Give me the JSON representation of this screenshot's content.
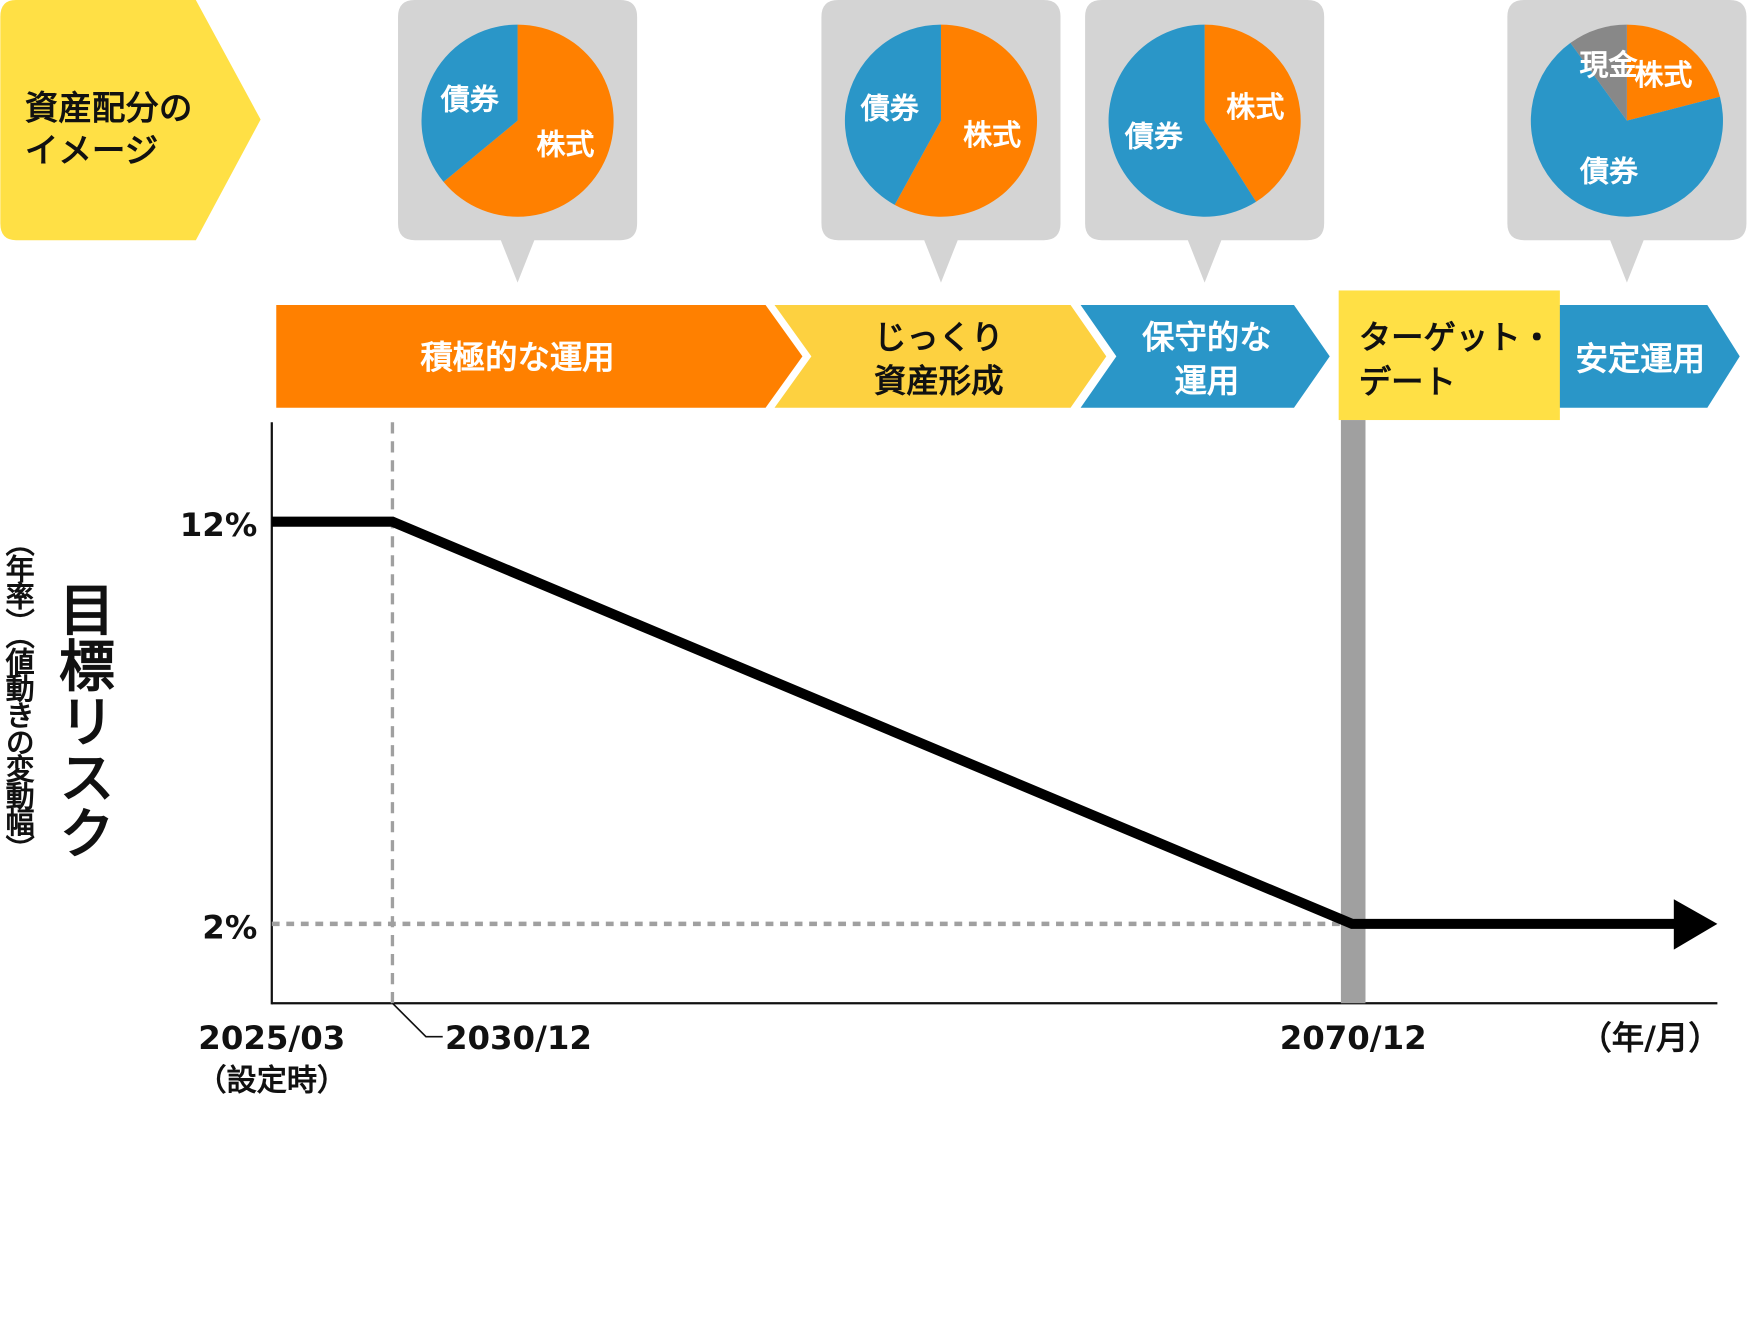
{
  "header": {
    "label_line1": "資産配分の",
    "label_line2": "イメージ"
  },
  "colors": {
    "stocks": "#ff8000",
    "bonds": "#2a96c8",
    "cash": "#888888",
    "bubble": "#d4d4d4",
    "yellow": "#ffe045",
    "yellow2": "#fdd140",
    "line": "#000000",
    "grid": "#a0a0a0"
  },
  "pies": [
    {
      "slices": [
        {
          "name": "株式",
          "share": 64,
          "color": "#ff8000"
        },
        {
          "name": "債券",
          "share": 36,
          "color": "#2a96c8"
        }
      ]
    },
    {
      "slices": [
        {
          "name": "株式",
          "share": 58,
          "color": "#ff8000"
        },
        {
          "name": "債券",
          "share": 42,
          "color": "#2a96c8"
        }
      ]
    },
    {
      "slices": [
        {
          "name": "株式",
          "share": 41,
          "color": "#ff8000"
        },
        {
          "name": "債券",
          "share": 59,
          "color": "#2a96c8"
        }
      ]
    },
    {
      "slices": [
        {
          "name": "株式",
          "share": 21,
          "color": "#ff8000"
        },
        {
          "name": "債券",
          "share": 69,
          "color": "#2a96c8"
        },
        {
          "name": "現金",
          "share": 10,
          "color": "#888888"
        }
      ]
    }
  ],
  "phases": [
    {
      "line1": "積極的な運用",
      "line2": ""
    },
    {
      "line1": "じっくり",
      "line2": "資産形成"
    },
    {
      "line1": "保守的な",
      "line2": "運用"
    },
    {
      "line1": "ターゲット・",
      "line2": "デート"
    },
    {
      "line1": "安定運用",
      "line2": ""
    }
  ],
  "chart_data": {
    "type": "line",
    "title": "",
    "ylabel": "目標リスク",
    "ylabel_sub": "（年率）（値動きの変動幅）",
    "xlabel": "（年/月）",
    "x_ticks": [
      {
        "label": "2025/03",
        "sub": "（設定時）"
      },
      {
        "label": "2030/12",
        "sub": ""
      },
      {
        "label": "2070/12",
        "sub": ""
      }
    ],
    "y_ticks": [
      "12%",
      "2%"
    ],
    "series": [
      {
        "name": "目標リスク",
        "points": [
          {
            "x": "2025/03",
            "y": 12
          },
          {
            "x": "2030/12",
            "y": 12
          },
          {
            "x": "2070/12",
            "y": 2
          },
          {
            "x": "after",
            "y": 2
          }
        ]
      }
    ],
    "ylim": [
      0,
      14.5
    ],
    "target_date": "2070/12"
  }
}
